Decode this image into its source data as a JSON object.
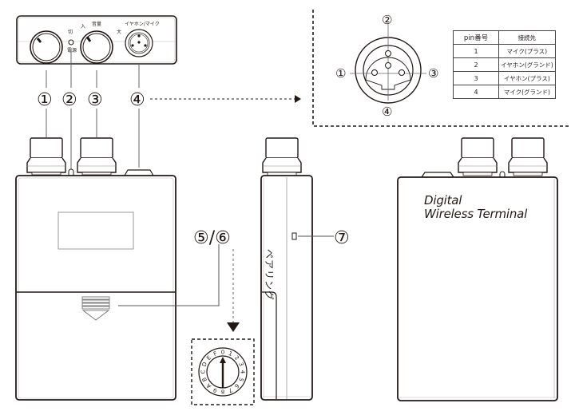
{
  "diagram": {
    "title": "Digital Wireless Terminal parts diagram",
    "callouts": [
      {
        "id": "1",
        "symbol": "①"
      },
      {
        "id": "2",
        "symbol": "②"
      },
      {
        "id": "3",
        "symbol": "③"
      },
      {
        "id": "4",
        "symbol": "④"
      },
      {
        "id": "5_6",
        "symbol": "⑤/⑥"
      },
      {
        "id": "7",
        "symbol": "⑦"
      }
    ],
    "top_panel": {
      "power_label_off": "切",
      "power_label_on": "入",
      "power_led_label": "電源",
      "volume_label": "音量",
      "volume_max_label": "大",
      "connector_label": "イヤホン/マイク"
    },
    "connector_detail": {
      "pins": [
        "①",
        "②",
        "③",
        "④"
      ],
      "table": {
        "headers": [
          "pin番号",
          "接続先"
        ],
        "rows": [
          {
            "pin": "1",
            "connection": "マイク(プラス)"
          },
          {
            "pin": "2",
            "connection": "イヤホン(グランド)"
          },
          {
            "pin": "3",
            "connection": "イヤホン(プラス)"
          },
          {
            "pin": "4",
            "connection": "マイク(グランド)"
          }
        ]
      }
    },
    "rotary_switch": {
      "positions": [
        "0",
        "1",
        "2",
        "3",
        "4",
        "5",
        "6",
        "7",
        "8",
        "9",
        "A",
        "B",
        "C",
        "D",
        "E",
        "F"
      ],
      "current_position": "0"
    },
    "side_view": {
      "pairing_label": "ペアリング"
    },
    "back_view": {
      "brand_line1": "Digital",
      "brand_line2": "Wireless Terminal"
    }
  }
}
